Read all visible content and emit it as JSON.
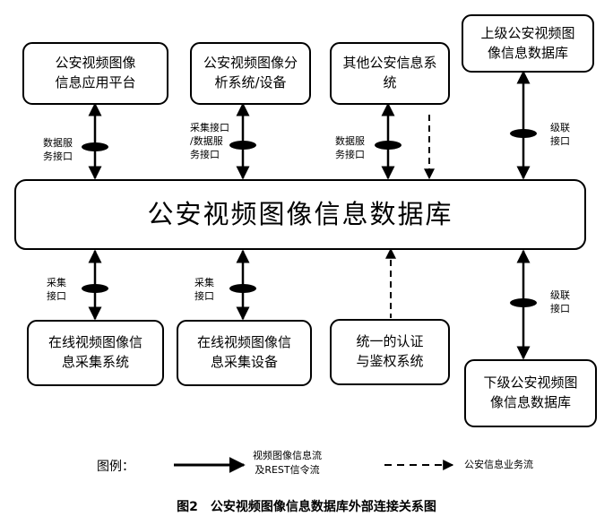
{
  "boxes": {
    "app_platform": "公安视频图像\n信息应用平台",
    "analysis_system": "公安视频图像分\n析系统/设备",
    "other_system": "其他公安信息系\n统",
    "upper_db": "上级公安视频图\n像信息数据库",
    "main_db": "公安视频图像信息数据库",
    "online_collect_system": "在线视频图像信\n息采集系统",
    "online_collect_device": "在线视频图像信\n息采集设备",
    "auth_system": "统一的认证\n与鉴权系统",
    "lower_db": "下级公安视频图\n像信息数据库"
  },
  "interfaces": {
    "data_service_1": "数据服\n务接口",
    "collect_data_service": "采集接口\n/数据服\n务接口",
    "data_service_2": "数据服\n务接口",
    "cascade_upper": "级联\n接口",
    "collect_1": "采集\n接口",
    "collect_2": "采集\n接口",
    "cascade_lower": "级联\n接口"
  },
  "legend": {
    "label": "图例：",
    "solid_text": "视频图像信息流\n及REST信令流",
    "dashed_text": "公安信息业务流"
  },
  "caption": "图2　公安视频图像信息数据库外部连接关系图",
  "colors": {
    "line": "#000000",
    "background": "#ffffff"
  }
}
